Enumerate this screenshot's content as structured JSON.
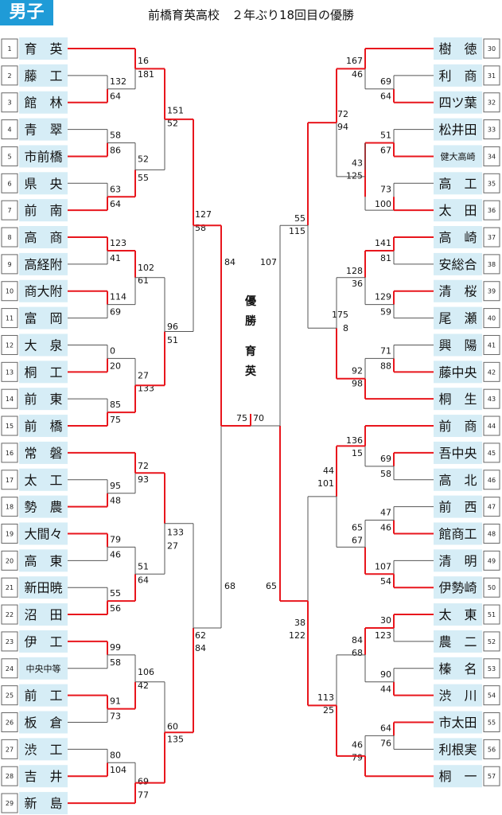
{
  "header": {
    "badge": "男子",
    "title": "前橋育英高校　２年ぶり18回目の優勝",
    "accent_color": "#1f9bd7",
    "team_box_color": "#d6edf6",
    "winner_line_color": "#e8161d"
  },
  "winner_banner": [
    "優",
    "勝",
    "育",
    "英"
  ],
  "teams": [
    {
      "seed": "1",
      "name": "育　英"
    },
    {
      "seed": "2",
      "name": "藤　工"
    },
    {
      "seed": "3",
      "name": "館　林"
    },
    {
      "seed": "4",
      "name": "青　翠"
    },
    {
      "seed": "5",
      "name": "市前橋"
    },
    {
      "seed": "6",
      "name": "県　央"
    },
    {
      "seed": "7",
      "name": "前　南"
    },
    {
      "seed": "8",
      "name": "高　商"
    },
    {
      "seed": "9",
      "name": "高経附"
    },
    {
      "seed": "10",
      "name": "商大附"
    },
    {
      "seed": "11",
      "name": "富　岡"
    },
    {
      "seed": "12",
      "name": "大　泉"
    },
    {
      "seed": "13",
      "name": "桐　工"
    },
    {
      "seed": "14",
      "name": "前　東"
    },
    {
      "seed": "15",
      "name": "前　橋"
    },
    {
      "seed": "16",
      "name": "常　磐"
    },
    {
      "seed": "17",
      "name": "太　工"
    },
    {
      "seed": "18",
      "name": "勢　農"
    },
    {
      "seed": "19",
      "name": "大間々"
    },
    {
      "seed": "20",
      "name": "高　東"
    },
    {
      "seed": "21",
      "name": "新田暁"
    },
    {
      "seed": "22",
      "name": "沼　田"
    },
    {
      "seed": "23",
      "name": "伊　工"
    },
    {
      "seed": "24",
      "name": "中央中等"
    },
    {
      "seed": "25",
      "name": "前　工"
    },
    {
      "seed": "26",
      "name": "板　倉"
    },
    {
      "seed": "27",
      "name": "渋　工"
    },
    {
      "seed": "28",
      "name": "吉　井"
    },
    {
      "seed": "29",
      "name": "新　島"
    },
    {
      "seed": "30",
      "name": "樹　徳"
    },
    {
      "seed": "31",
      "name": "利　商"
    },
    {
      "seed": "32",
      "name": "四ツ葉"
    },
    {
      "seed": "33",
      "name": "松井田"
    },
    {
      "seed": "34",
      "name": "健大高崎"
    },
    {
      "seed": "35",
      "name": "高　工"
    },
    {
      "seed": "36",
      "name": "太　田"
    },
    {
      "seed": "37",
      "name": "高　崎"
    },
    {
      "seed": "38",
      "name": "安総合"
    },
    {
      "seed": "39",
      "name": "清　桜"
    },
    {
      "seed": "40",
      "name": "尾　瀬"
    },
    {
      "seed": "41",
      "name": "興　陽"
    },
    {
      "seed": "42",
      "name": "藤中央"
    },
    {
      "seed": "43",
      "name": "桐　生"
    },
    {
      "seed": "44",
      "name": "前　商"
    },
    {
      "seed": "45",
      "name": "吾中央"
    },
    {
      "seed": "46",
      "name": "高　北"
    },
    {
      "seed": "47",
      "name": "前　西"
    },
    {
      "seed": "48",
      "name": "館商工"
    },
    {
      "seed": "49",
      "name": "清　明"
    },
    {
      "seed": "50",
      "name": "伊勢崎"
    },
    {
      "seed": "51",
      "name": "太　東"
    },
    {
      "seed": "52",
      "name": "農　二"
    },
    {
      "seed": "53",
      "name": "榛　名"
    },
    {
      "seed": "54",
      "name": "渋　川"
    },
    {
      "seed": "55",
      "name": "市太田"
    },
    {
      "seed": "56",
      "name": "利根実"
    },
    {
      "seed": "57",
      "name": "桐　一"
    }
  ],
  "scores": [
    "132",
    "64",
    "16",
    "181",
    "58",
    "86",
    "63",
    "64",
    "52",
    "55",
    "151",
    "52",
    "123",
    "41",
    "114",
    "69",
    "102",
    "61",
    "0",
    "20",
    "85",
    "75",
    "27",
    "133",
    "96",
    "51",
    "127",
    "58",
    "84",
    "95",
    "48",
    "72",
    "93",
    "79",
    "46",
    "55",
    "56",
    "51",
    "64",
    "133",
    "27",
    "99",
    "58",
    "91",
    "73",
    "106",
    "42",
    "80",
    "104",
    "69",
    "77",
    "60",
    "135",
    "62",
    "84",
    "68",
    "69",
    "64",
    "167",
    "46",
    "51",
    "67",
    "43",
    "125",
    "73",
    "100",
    "72",
    "94",
    "141",
    "81",
    "128",
    "36",
    "129",
    "59",
    "175",
    "8",
    "71",
    "88",
    "92",
    "98",
    "55",
    "115",
    "107",
    "69",
    "58",
    "136",
    "15",
    "47",
    "46",
    "107",
    "54",
    "65",
    "67",
    "44",
    "101",
    "30",
    "123",
    "90",
    "44",
    "84",
    "68",
    "64",
    "76",
    "46",
    "79",
    "113",
    "25",
    "38",
    "122",
    "65",
    "75",
    "70"
  ]
}
